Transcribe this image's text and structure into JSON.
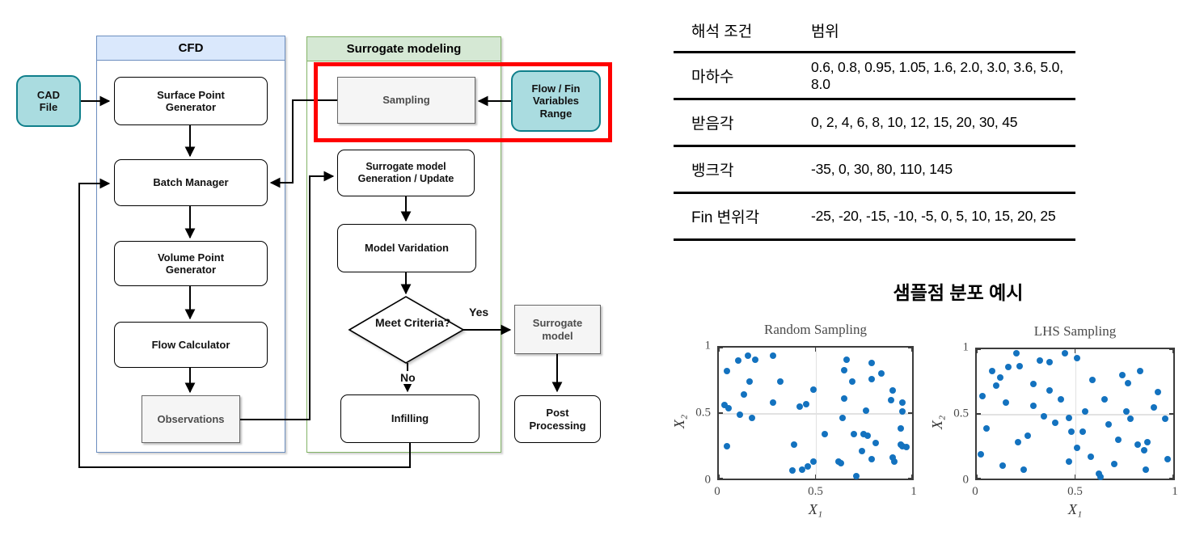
{
  "flowchart": {
    "cfd": {
      "title": "CFD",
      "nodes": {
        "cad_file": "CAD\nFile",
        "surface_point_generator": "Surface Point\nGenerator",
        "batch_manager": "Batch Manager",
        "volume_point_generator": "Volume Point\nGenerator",
        "flow_calculator": "Flow Calculator",
        "observations": "Observations"
      }
    },
    "surrogate": {
      "title": "Surrogate modeling",
      "nodes": {
        "sampling": "Sampling",
        "flow_fin_variables_range": "Flow / Fin\nVariables\nRange",
        "surrogate_model_generation": "Surrogate model\nGeneration / Update",
        "model_varidation": "Model Varidation",
        "meet_criteria": "Meet\nCriteria?",
        "surrogate_model": "Surrogate\nmodel",
        "infilling": "Infilling",
        "post_processing": "Post\nProcessing"
      }
    },
    "branch_labels": {
      "yes": "Yes",
      "no": "No"
    },
    "colors": {
      "highlight_red": "#ff0000",
      "teal_fill": "#aadce0",
      "teal_border": "#0f7f8b",
      "blue_header": "#dae8fc",
      "blue_border": "#6c8ebf",
      "green_header": "#d5e8d4",
      "green_border": "#82b366",
      "gray_fill": "#f5f5f5",
      "gray_border": "#666666"
    }
  },
  "table": {
    "headers": [
      "해석 조건",
      "범위"
    ],
    "rows": [
      {
        "label": "마하수",
        "values": "0.6, 0.8, 0.95, 1.05, 1.6, 2.0, 3.0, 3.6, 5.0, 8.0"
      },
      {
        "label": "받음각",
        "values": "0, 2, 4, 6, 8, 10, 12, 15, 20, 30, 45"
      },
      {
        "label": "뱅크각",
        "values": "-35, 0, 30, 80, 110, 145"
      },
      {
        "label": "Fin 변위각",
        "values": "-25, -20, -15, -10, -5, 0, 5, 10, 15, 20, 25"
      }
    ]
  },
  "sample_plots": {
    "title": "샘플점 분포 예시"
  },
  "chart_data": [
    {
      "type": "scatter",
      "title": "Random Sampling",
      "xlabel": "X₁",
      "ylabel": "X₂",
      "xlim": [
        0,
        1
      ],
      "ylim": [
        0,
        1
      ],
      "xticks": [
        0,
        0.5,
        1
      ],
      "yticks": [
        0,
        0.5,
        1
      ],
      "grid": true,
      "legend": "none",
      "marker_color": "#1372bf",
      "points": [
        [
          0.04,
          0.82
        ],
        [
          0.1,
          0.9
        ],
        [
          0.15,
          0.94
        ],
        [
          0.19,
          0.91
        ],
        [
          0.28,
          0.94
        ],
        [
          0.16,
          0.74
        ],
        [
          0.32,
          0.74
        ],
        [
          0.13,
          0.64
        ],
        [
          0.03,
          0.56
        ],
        [
          0.05,
          0.54
        ],
        [
          0.11,
          0.49
        ],
        [
          0.17,
          0.46
        ],
        [
          0.28,
          0.58
        ],
        [
          0.42,
          0.55
        ],
        [
          0.45,
          0.57
        ],
        [
          0.49,
          0.68
        ],
        [
          0.04,
          0.25
        ],
        [
          0.39,
          0.26
        ],
        [
          0.38,
          0.06
        ],
        [
          0.43,
          0.07
        ],
        [
          0.46,
          0.09
        ],
        [
          0.49,
          0.13
        ],
        [
          0.55,
          0.34
        ],
        [
          0.62,
          0.13
        ],
        [
          0.63,
          0.12
        ],
        [
          0.71,
          0.02
        ],
        [
          0.65,
          0.83
        ],
        [
          0.66,
          0.91
        ],
        [
          0.69,
          0.74
        ],
        [
          0.79,
          0.88
        ],
        [
          0.79,
          0.76
        ],
        [
          0.84,
          0.8
        ],
        [
          0.65,
          0.61
        ],
        [
          0.64,
          0.46
        ],
        [
          0.76,
          0.52
        ],
        [
          0.7,
          0.34
        ],
        [
          0.75,
          0.34
        ],
        [
          0.77,
          0.33
        ],
        [
          0.74,
          0.21
        ],
        [
          0.79,
          0.15
        ],
        [
          0.81,
          0.27
        ],
        [
          0.9,
          0.67
        ],
        [
          0.89,
          0.6
        ],
        [
          0.95,
          0.58
        ],
        [
          0.95,
          0.51
        ],
        [
          0.94,
          0.38
        ],
        [
          0.94,
          0.26
        ],
        [
          0.95,
          0.25
        ],
        [
          0.97,
          0.24
        ],
        [
          0.9,
          0.16
        ],
        [
          0.91,
          0.13
        ]
      ]
    },
    {
      "type": "scatter",
      "title": "LHS Sampling",
      "xlabel": "X₁",
      "ylabel": "X₂",
      "xlim": [
        0,
        1
      ],
      "ylim": [
        0,
        1
      ],
      "xticks": [
        0,
        0.5,
        1
      ],
      "yticks": [
        0,
        0.5,
        1
      ],
      "grid": true,
      "legend": "none",
      "marker_color": "#1372bf",
      "points": [
        [
          0.03,
          0.64
        ],
        [
          0.05,
          0.39
        ],
        [
          0.02,
          0.19
        ],
        [
          0.08,
          0.83
        ],
        [
          0.1,
          0.72
        ],
        [
          0.12,
          0.78
        ],
        [
          0.13,
          0.1
        ],
        [
          0.16,
          0.86
        ],
        [
          0.15,
          0.59
        ],
        [
          0.2,
          0.97
        ],
        [
          0.22,
          0.87
        ],
        [
          0.21,
          0.28
        ],
        [
          0.24,
          0.07
        ],
        [
          0.26,
          0.33
        ],
        [
          0.29,
          0.73
        ],
        [
          0.29,
          0.56
        ],
        [
          0.32,
          0.91
        ],
        [
          0.34,
          0.48
        ],
        [
          0.37,
          0.9
        ],
        [
          0.37,
          0.68
        ],
        [
          0.4,
          0.43
        ],
        [
          0.43,
          0.61
        ],
        [
          0.45,
          0.97
        ],
        [
          0.47,
          0.47
        ],
        [
          0.48,
          0.36
        ],
        [
          0.47,
          0.13
        ],
        [
          0.51,
          0.93
        ],
        [
          0.51,
          0.24
        ],
        [
          0.54,
          0.36
        ],
        [
          0.55,
          0.52
        ],
        [
          0.58,
          0.17
        ],
        [
          0.59,
          0.76
        ],
        [
          0.62,
          0.04
        ],
        [
          0.63,
          0.01
        ],
        [
          0.65,
          0.61
        ],
        [
          0.67,
          0.42
        ],
        [
          0.7,
          0.11
        ],
        [
          0.72,
          0.3
        ],
        [
          0.74,
          0.8
        ],
        [
          0.76,
          0.52
        ],
        [
          0.77,
          0.74
        ],
        [
          0.78,
          0.46
        ],
        [
          0.82,
          0.26
        ],
        [
          0.83,
          0.83
        ],
        [
          0.85,
          0.22
        ],
        [
          0.86,
          0.07
        ],
        [
          0.87,
          0.28
        ],
        [
          0.9,
          0.55
        ],
        [
          0.92,
          0.67
        ],
        [
          0.96,
          0.46
        ],
        [
          0.97,
          0.15
        ]
      ]
    }
  ]
}
